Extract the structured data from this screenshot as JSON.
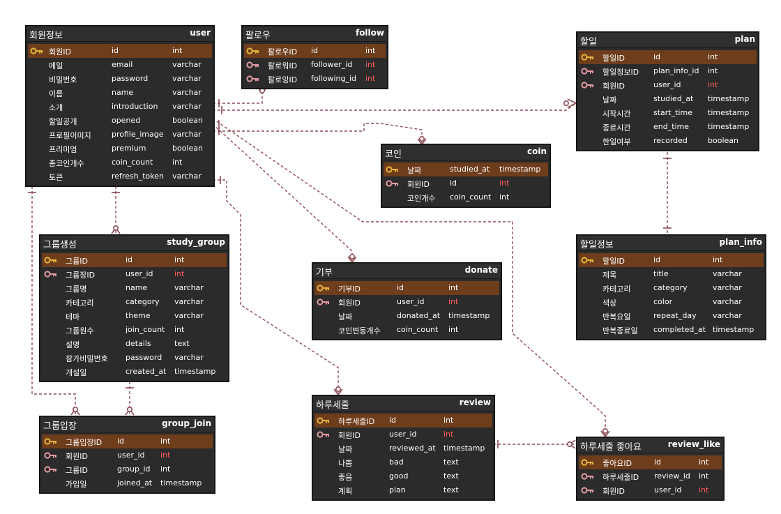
{
  "tables": [
    {
      "id": "user",
      "name_kr": "회원정보",
      "name_en": "user",
      "rows": [
        {
          "kr": "회원ID",
          "col": "id",
          "type": "int",
          "key": "pk",
          "fk": false
        },
        {
          "kr": "메일",
          "col": "email",
          "type": "varchar",
          "key": "none",
          "fk": false
        },
        {
          "kr": "비밀번호",
          "col": "password",
          "type": "varchar",
          "key": "none",
          "fk": false
        },
        {
          "kr": "이름",
          "col": "name",
          "type": "varchar",
          "key": "none",
          "fk": false
        },
        {
          "kr": "소개",
          "col": "introduction",
          "type": "varchar",
          "key": "none",
          "fk": false
        },
        {
          "kr": "할일공개",
          "col": "opened",
          "type": "boolean",
          "key": "none",
          "fk": false
        },
        {
          "kr": "프로필이미지",
          "col": "profile_image",
          "type": "varchar",
          "key": "none",
          "fk": false
        },
        {
          "kr": "프리미엄",
          "col": "premium",
          "type": "boolean",
          "key": "none",
          "fk": false
        },
        {
          "kr": "총코인개수",
          "col": "coin_count",
          "type": "int",
          "key": "none",
          "fk": false
        },
        {
          "kr": "토큰",
          "col": "refresh_token",
          "type": "varchar",
          "key": "none",
          "fk": false
        }
      ]
    },
    {
      "id": "follow",
      "name_kr": "팔로우",
      "name_en": "follow",
      "rows": [
        {
          "kr": "팔로우ID",
          "col": "id",
          "type": "int",
          "key": "pk",
          "fk": false
        },
        {
          "kr": "팔로워ID",
          "col": "follower_id",
          "type": "int",
          "key": "fk",
          "fk": true
        },
        {
          "kr": "팔로잉ID",
          "col": "following_id",
          "type": "int",
          "key": "fk",
          "fk": true
        }
      ]
    },
    {
      "id": "plan",
      "name_kr": "할일",
      "name_en": "plan",
      "rows": [
        {
          "kr": "할일ID",
          "col": "id",
          "type": "int",
          "key": "pk",
          "fk": false
        },
        {
          "kr": "할일정보ID",
          "col": "plan_info_id",
          "type": "int",
          "key": "fk",
          "fk": false
        },
        {
          "kr": "회원ID",
          "col": "user_id",
          "type": "int",
          "key": "fk",
          "fk": true
        },
        {
          "kr": "날짜",
          "col": "studied_at",
          "type": "timestamp",
          "key": "none",
          "fk": false
        },
        {
          "kr": "시작시간",
          "col": "start_time",
          "type": "timestamp",
          "key": "none",
          "fk": false
        },
        {
          "kr": "종료시간",
          "col": "end_time",
          "type": "timestamp",
          "key": "none",
          "fk": false
        },
        {
          "kr": "한일여부",
          "col": "recorded",
          "type": "boolean",
          "key": "none",
          "fk": false
        }
      ]
    },
    {
      "id": "coin",
      "name_kr": "코인",
      "name_en": "coin",
      "rows": [
        {
          "kr": "날짜",
          "col": "studied_at",
          "type": "timestamp",
          "key": "pk",
          "fk": false
        },
        {
          "kr": "회원ID",
          "col": "id",
          "type": "int",
          "key": "fk",
          "fk": true
        },
        {
          "kr": "코인개수",
          "col": "coin_count",
          "type": "int",
          "key": "none",
          "fk": false
        }
      ]
    },
    {
      "id": "study_group",
      "name_kr": "그룹생성",
      "name_en": "study_group",
      "rows": [
        {
          "kr": "그룹ID",
          "col": "id",
          "type": "int",
          "key": "pk",
          "fk": false
        },
        {
          "kr": "그룹장ID",
          "col": "user_id",
          "type": "int",
          "key": "fk",
          "fk": true
        },
        {
          "kr": "그룹명",
          "col": "name",
          "type": "varchar",
          "key": "none",
          "fk": false
        },
        {
          "kr": "카테고리",
          "col": "category",
          "type": "varchar",
          "key": "none",
          "fk": false
        },
        {
          "kr": "테마",
          "col": "theme",
          "type": "varchar",
          "key": "none",
          "fk": false
        },
        {
          "kr": "그룹원수",
          "col": "join_count",
          "type": "int",
          "key": "none",
          "fk": false
        },
        {
          "kr": "설명",
          "col": "details",
          "type": "text",
          "key": "none",
          "fk": false
        },
        {
          "kr": "참가비밀번호",
          "col": "password",
          "type": "varchar",
          "key": "none",
          "fk": false
        },
        {
          "kr": "개설일",
          "col": "created_at",
          "type": "timestamp",
          "key": "none",
          "fk": false
        }
      ]
    },
    {
      "id": "donate",
      "name_kr": "기부",
      "name_en": "donate",
      "rows": [
        {
          "kr": "기부ID",
          "col": "id",
          "type": "int",
          "key": "pk",
          "fk": false
        },
        {
          "kr": "회원ID",
          "col": "user_id",
          "type": "int",
          "key": "fk",
          "fk": true
        },
        {
          "kr": "날짜",
          "col": "donated_at",
          "type": "timestamp",
          "key": "none",
          "fk": false
        },
        {
          "kr": "코인변동개수",
          "col": "coin_count",
          "type": "int",
          "key": "none",
          "fk": false
        }
      ]
    },
    {
      "id": "plan_info",
      "name_kr": "할일정보",
      "name_en": "plan_info",
      "rows": [
        {
          "kr": "할일ID",
          "col": "id",
          "type": "int",
          "key": "pk",
          "fk": false
        },
        {
          "kr": "제목",
          "col": "title",
          "type": "varchar",
          "key": "none",
          "fk": false
        },
        {
          "kr": "카테고리",
          "col": "category",
          "type": "varchar",
          "key": "none",
          "fk": false
        },
        {
          "kr": "색상",
          "col": "color",
          "type": "varchar",
          "key": "none",
          "fk": false
        },
        {
          "kr": "반복요일",
          "col": "repeat_day",
          "type": "varchar",
          "key": "none",
          "fk": false
        },
        {
          "kr": "반복종료일",
          "col": "completed_at",
          "type": "timestamp",
          "key": "none",
          "fk": false
        }
      ]
    },
    {
      "id": "group_join",
      "name_kr": "그룹입장",
      "name_en": "group_join",
      "rows": [
        {
          "kr": "그룹입장ID",
          "col": "id",
          "type": "int",
          "key": "pk",
          "fk": false
        },
        {
          "kr": "회원ID",
          "col": "user_id",
          "type": "int",
          "key": "fk",
          "fk": true
        },
        {
          "kr": "그룹ID",
          "col": "group_id",
          "type": "int",
          "key": "fk",
          "fk": false
        },
        {
          "kr": "가입일",
          "col": "joined_at",
          "type": "timestamp",
          "key": "none",
          "fk": false
        }
      ]
    },
    {
      "id": "review",
      "name_kr": "하루세줄",
      "name_en": "review",
      "rows": [
        {
          "kr": "하루세줄ID",
          "col": "id",
          "type": "int",
          "key": "pk",
          "fk": false
        },
        {
          "kr": "회원ID",
          "col": "user_id",
          "type": "int",
          "key": "fk",
          "fk": true
        },
        {
          "kr": "날짜",
          "col": "reviewed_at",
          "type": "timestamp",
          "key": "none",
          "fk": false
        },
        {
          "kr": "나쁨",
          "col": "bad",
          "type": "text",
          "key": "none",
          "fk": false
        },
        {
          "kr": "좋음",
          "col": "good",
          "type": "text",
          "key": "none",
          "fk": false
        },
        {
          "kr": "계획",
          "col": "plan",
          "type": "text",
          "key": "none",
          "fk": false
        }
      ]
    },
    {
      "id": "review_like",
      "name_kr": "하루세줄 좋아요",
      "name_en": "review_like",
      "rows": [
        {
          "kr": "좋아요ID",
          "col": "id",
          "type": "int",
          "key": "pk",
          "fk": false
        },
        {
          "kr": "하루세줄ID",
          "col": "review_id",
          "type": "int",
          "key": "fk",
          "fk": false
        },
        {
          "kr": "회원ID",
          "col": "user_id",
          "type": "int",
          "key": "fk",
          "fk": true
        }
      ]
    }
  ],
  "colors": {
    "line": "#8c4b52",
    "pk_row": "#6e3d1c",
    "fk_type": "#ff5a5a",
    "key_gold": "#e8b53a",
    "key_pink": "#e39aa2"
  },
  "icons": {
    "pk": "key-icon",
    "fk": "foreign-key-icon"
  }
}
